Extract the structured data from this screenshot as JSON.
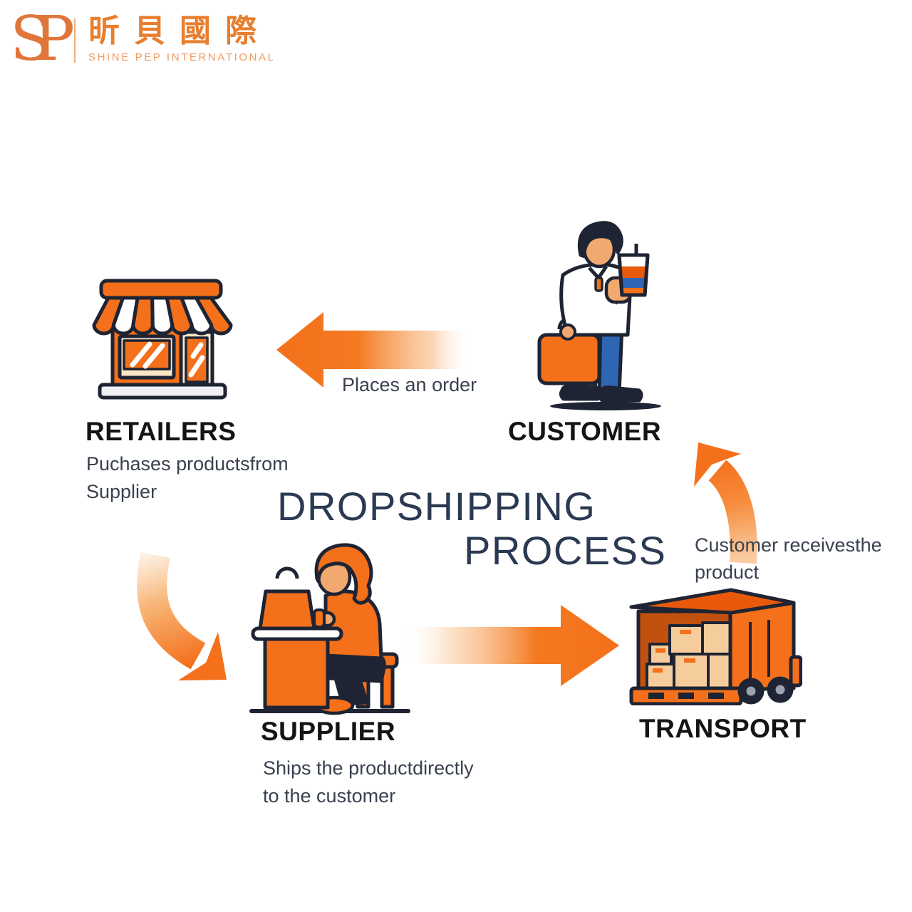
{
  "brand": {
    "monogram": "SP",
    "name_cjk": "昕貝國際",
    "name_en": "SHINE PEP INTERNATIONAL"
  },
  "title": {
    "line1": "DROPSHIPPING",
    "line2": "PROCESS"
  },
  "nodes": {
    "retailers": {
      "label": "RETAILERS",
      "caption": [
        "Puchases productsfrom",
        "Supplier"
      ]
    },
    "customer": {
      "label": "CUSTOMER"
    },
    "supplier": {
      "label": "SUPPLIER",
      "caption": [
        "Ships the productdirectly",
        "to the customer"
      ]
    },
    "transport": {
      "label": "TRANSPORT"
    }
  },
  "edges": {
    "customer_to_retailers": {
      "label": "Places an order",
      "direction": "left"
    },
    "retailers_to_supplier": {
      "direction": "curved-down"
    },
    "supplier_to_transport": {
      "direction": "right"
    },
    "transport_to_customer": {
      "caption": [
        "Customer receivesthe",
        "product"
      ],
      "direction": "curved-up"
    }
  },
  "icons": [
    "storefront-icon",
    "customer-icon",
    "supplier-at-desk-icon",
    "delivery-truck-icon"
  ],
  "colors": {
    "accent_orange": "#F4701B",
    "deep_orange": "#E8590C",
    "interior_orange": "#C2500E",
    "outline_navy": "#1E2433",
    "title_navy": "#2B3A52",
    "label_black": "#141414",
    "caption_gray": "#39414F",
    "logo_orange": "#E87E2E",
    "skin": "#F2A96F",
    "cream": "#FAE6C8",
    "box_tan": "#F5CD9C",
    "jeans_blue": "#2F66B3"
  }
}
